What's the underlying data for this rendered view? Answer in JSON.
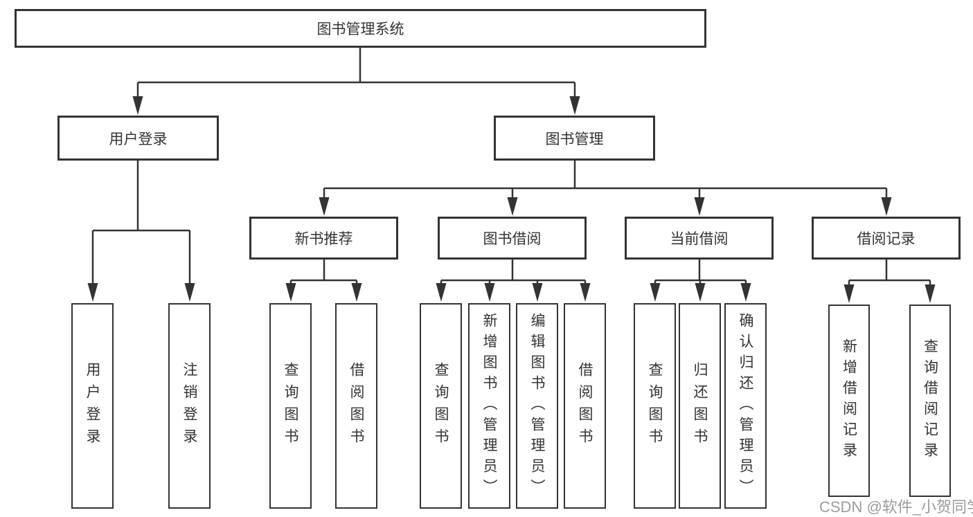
{
  "diagram": {
    "root": "图书管理系统",
    "user_login": {
      "label": "用户登录",
      "children": [
        "用户登录",
        "注销登录"
      ]
    },
    "book_management": {
      "label": "图书管理",
      "sections": [
        {
          "label": "新书推荐",
          "children": [
            "查询图书",
            "借阅图书"
          ]
        },
        {
          "label": "图书借阅",
          "children": [
            "查询图书",
            "新增图书（管理员）",
            "编辑图书（管理员）",
            "借阅图书"
          ]
        },
        {
          "label": "当前借阅",
          "children": [
            "查询图书",
            "归还图书",
            "确认归还（管理员）"
          ]
        },
        {
          "label": "借阅记录",
          "children": [
            "新增借阅记录",
            "查询借阅记录"
          ]
        }
      ]
    }
  },
  "watermark": "CSDN @软件_小贺同学",
  "colors": {
    "line": "#333333",
    "text": "#333333",
    "watermark": "#9b9b9b",
    "background": "#ffffff"
  }
}
